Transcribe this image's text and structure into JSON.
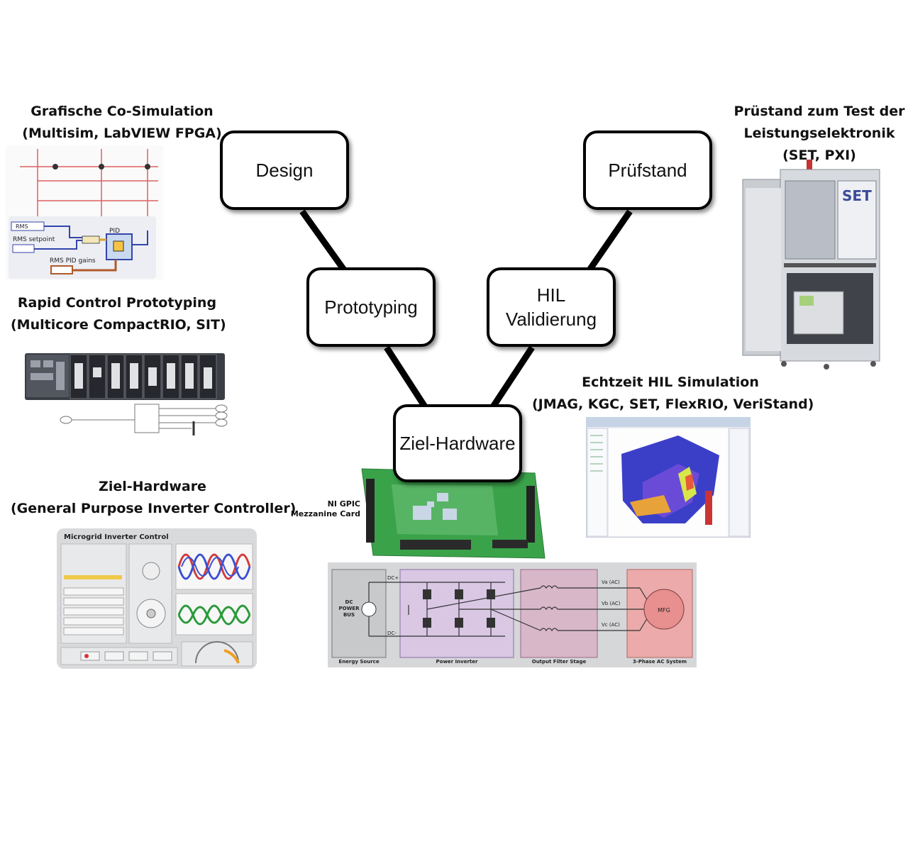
{
  "nodes": {
    "design": "Design",
    "pruefstand": "Prüfstand",
    "prototyping": "Prototyping",
    "hil_line1": "HIL",
    "hil_line2": "Validierung",
    "ziel": "Ziel-Hardware"
  },
  "captions": {
    "cosim": [
      "Grafische Co-Simulation",
      "(Multisim, LabVIEW FPGA)"
    ],
    "rcp": [
      "Rapid Control Prototyping",
      "(Multicore CompactRIO, SIT)"
    ],
    "ziel": [
      "Ziel-Hardware",
      "(General Purpose Inverter Controller)"
    ],
    "pruefstand": [
      "Prüstand zum Test der",
      "Leistungselektronik",
      "(SET, PXI)"
    ],
    "echtzeit": [
      "Echtzeit HIL  Simulation",
      "(JMAG, KGC, SET, FlexRIO, VeriStand)"
    ]
  },
  "mezzanine": [
    "NI GPIC",
    "Mezzanine Card"
  ],
  "cosim_diagram": {
    "rms": "RMS",
    "setpoint": "RMS setpoint",
    "pid": "PID",
    "gains": "RMS PID gains"
  },
  "inverter_panel": {
    "title": "Microgrid Inverter Control"
  },
  "circuit": {
    "energy_source": "Energy Source",
    "power_inverter": "Power Inverter",
    "output_filter": "Output Filter Stage",
    "ac_system": "3-Phase AC System",
    "dc_bus": [
      "DC",
      "POWER",
      "BUS"
    ],
    "dc_plus": "DC+",
    "dc_minus": "DC-",
    "mfg": "MFG",
    "va": "Va (AC)",
    "vb": "Vb (AC)",
    "vc": "Vc (AC)"
  },
  "set_logo": "SET",
  "colors": {
    "connector": "#000000",
    "pcb": "#3aa34a",
    "inverter_block": "#d9c7e4",
    "filter_block": "#d8b7c9",
    "ac_block": "#ecaaaa",
    "sim_blue": "#3b3fc8"
  }
}
